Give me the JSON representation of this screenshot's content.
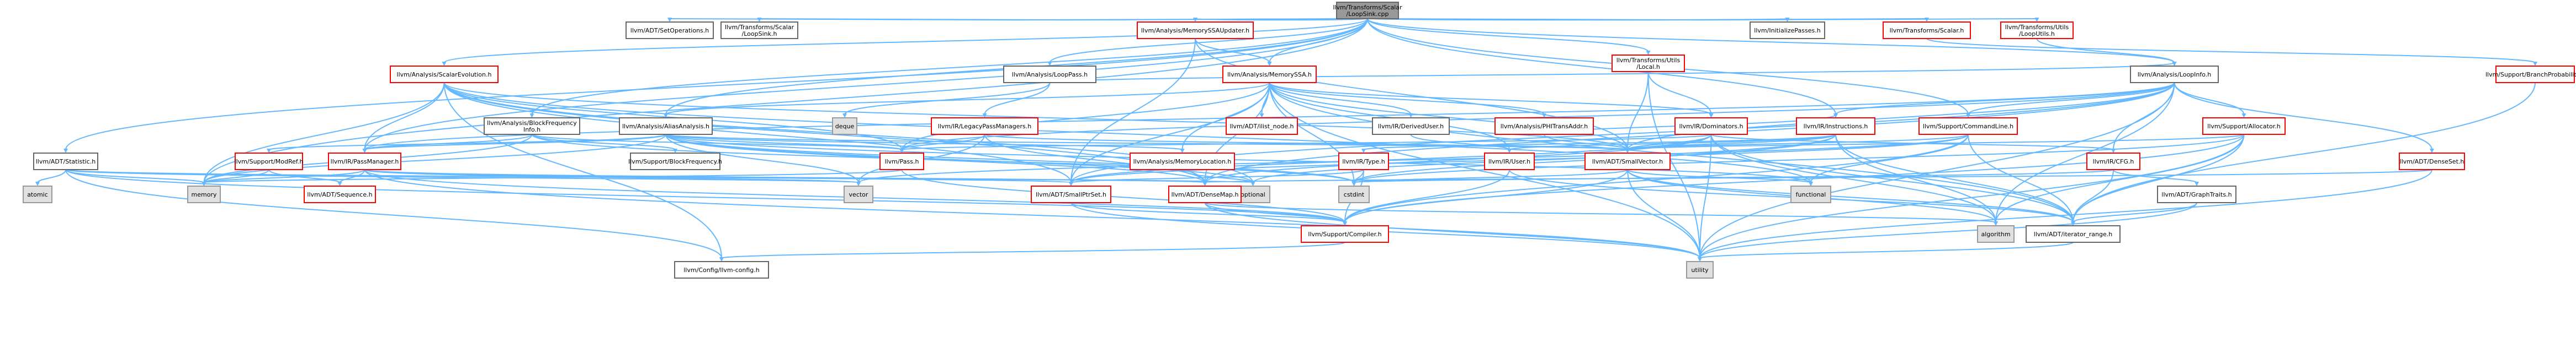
{
  "colors": {
    "root_fill": "#999999",
    "root_border": "#666666",
    "normal_fill": "#ffffff",
    "normal_border": "#666666",
    "red_border": "#ff0000",
    "system_fill": "#e0e0e0",
    "system_border": "#999999",
    "edge": "#63b8ff",
    "text": "#000000",
    "red_text": "#cc0000"
  },
  "nodes": [
    {
      "id": "root",
      "lines": [
        "llvm/Transforms/Scalar",
        "/LoopSink.cpp"
      ],
      "kind": "root"
    },
    {
      "id": "setops",
      "lines": [
        "llvm/ADT/SetOperations.h"
      ],
      "kind": "normal"
    },
    {
      "id": "ts_loopsink",
      "lines": [
        "llvm/Transforms/Scalar",
        "/LoopSink.h"
      ],
      "kind": "normal"
    },
    {
      "id": "mssa_updater",
      "lines": [
        "llvm/Analysis/MemorySSAUpdater.h"
      ],
      "kind": "red"
    },
    {
      "id": "initpasses",
      "lines": [
        "llvm/InitializePasses.h"
      ],
      "kind": "normal"
    },
    {
      "id": "ts_scalar",
      "lines": [
        "llvm/Transforms/Scalar.h"
      ],
      "kind": "red"
    },
    {
      "id": "tu_looputils",
      "lines": [
        "llvm/Transforms/Utils",
        "/LoopUtils.h"
      ],
      "kind": "red"
    },
    {
      "id": "scalar_evo",
      "lines": [
        "llvm/Analysis/ScalarEvolution.h"
      ],
      "kind": "red"
    },
    {
      "id": "loop_passes",
      "lines": [
        "llvm/Analysis/LoopPass.h"
      ],
      "kind": "normal"
    },
    {
      "id": "memssa",
      "lines": [
        "llvm/Analysis/MemorySSA.h"
      ],
      "kind": "red"
    },
    {
      "id": "tu_local",
      "lines": [
        "llvm/Transforms/Utils",
        "/Local.h"
      ],
      "kind": "red"
    },
    {
      "id": "loopinfo",
      "lines": [
        "llvm/Analysis/LoopInfo.h"
      ],
      "kind": "normal"
    },
    {
      "id": "branchprob",
      "lines": [
        "llvm/Support/BranchProbability.h"
      ],
      "kind": "red"
    },
    {
      "id": "bfi",
      "lines": [
        "llvm/Analysis/BlockFrequency",
        "Info.h"
      ],
      "kind": "normal"
    },
    {
      "id": "aliasanalysis",
      "lines": [
        "llvm/Analysis/AliasAnalysis.h"
      ],
      "kind": "normal"
    },
    {
      "id": "deque",
      "lines": [
        "deque"
      ],
      "kind": "system"
    },
    {
      "id": "legacypm",
      "lines": [
        "llvm/IR/LegacyPassManagers.h"
      ],
      "kind": "red"
    },
    {
      "id": "ilist_node",
      "lines": [
        "llvm/ADT/ilist_node.h"
      ],
      "kind": "red"
    },
    {
      "id": "deriveduser",
      "lines": [
        "llvm/IR/DerivedUser.h"
      ],
      "kind": "normal"
    },
    {
      "id": "phitrans",
      "lines": [
        "llvm/Analysis/PHITransAddr.h"
      ],
      "kind": "red"
    },
    {
      "id": "dominators",
      "lines": [
        "llvm/IR/Dominators.h"
      ],
      "kind": "red"
    },
    {
      "id": "instructions",
      "lines": [
        "llvm/IR/Instructions.h"
      ],
      "kind": "red"
    },
    {
      "id": "commandline",
      "lines": [
        "llvm/Support/CommandLine.h"
      ],
      "kind": "red"
    },
    {
      "id": "allocator",
      "lines": [
        "llvm/Support/Allocator.h"
      ],
      "kind": "red"
    },
    {
      "id": "statistic",
      "lines": [
        "llvm/ADT/Statistic.h"
      ],
      "kind": "normal"
    },
    {
      "id": "modref",
      "lines": [
        "llvm/Support/ModRef.h"
      ],
      "kind": "red"
    },
    {
      "id": "passmanager",
      "lines": [
        "llvm/IR/PassManager.h"
      ],
      "kind": "red"
    },
    {
      "id": "blockfreq",
      "lines": [
        "llvm/Support/BlockFrequency.h"
      ],
      "kind": "normal"
    },
    {
      "id": "pass",
      "lines": [
        "llvm/Pass.h"
      ],
      "kind": "red"
    },
    {
      "id": "memlocation",
      "lines": [
        "llvm/Analysis/MemoryLocation.h"
      ],
      "kind": "red"
    },
    {
      "id": "irtype",
      "lines": [
        "llvm/IR/Type.h"
      ],
      "kind": "red"
    },
    {
      "id": "iruser",
      "lines": [
        "llvm/IR/User.h"
      ],
      "kind": "red"
    },
    {
      "id": "smallvector",
      "lines": [
        "llvm/ADT/SmallVector.h"
      ],
      "kind": "red"
    },
    {
      "id": "ircfg",
      "lines": [
        "llvm/IR/CFG.h"
      ],
      "kind": "red"
    },
    {
      "id": "densetset",
      "lines": [
        "llvm/ADT/DenseSet.h"
      ],
      "kind": "red"
    },
    {
      "id": "atomic",
      "lines": [
        "atomic"
      ],
      "kind": "system"
    },
    {
      "id": "memory",
      "lines": [
        "memory"
      ],
      "kind": "system"
    },
    {
      "id": "sequence",
      "lines": [
        "llvm/ADT/Sequence.h"
      ],
      "kind": "red"
    },
    {
      "id": "vector",
      "lines": [
        "vector"
      ],
      "kind": "system"
    },
    {
      "id": "smallptrset",
      "lines": [
        "llvm/ADT/SmallPtrSet.h"
      ],
      "kind": "red"
    },
    {
      "id": "optional",
      "lines": [
        "optional"
      ],
      "kind": "system"
    },
    {
      "id": "cstdint",
      "lines": [
        "cstdint"
      ],
      "kind": "system"
    },
    {
      "id": "densemap",
      "lines": [
        "llvm/ADT/DenseMap.h"
      ],
      "kind": "red"
    },
    {
      "id": "functional",
      "lines": [
        "functional"
      ],
      "kind": "system"
    },
    {
      "id": "graphtraits",
      "lines": [
        "llvm/ADT/GraphTraits.h"
      ],
      "kind": "normal"
    },
    {
      "id": "algorithm",
      "lines": [
        "algorithm"
      ],
      "kind": "system"
    },
    {
      "id": "iterator_range",
      "lines": [
        "llvm/ADT/iterator_range.h"
      ],
      "kind": "normal"
    },
    {
      "id": "compiler",
      "lines": [
        "llvm/Support/Compiler.h"
      ],
      "kind": "red"
    },
    {
      "id": "llvm_config",
      "lines": [
        "llvm/Config/llvm-config.h"
      ],
      "kind": "normal"
    },
    {
      "id": "utility",
      "lines": [
        "utility"
      ],
      "kind": "system"
    }
  ],
  "edges": [
    [
      "root",
      "setops"
    ],
    [
      "root",
      "ts_loopsink"
    ],
    [
      "root",
      "mssa_updater"
    ],
    [
      "root",
      "initpasses"
    ],
    [
      "root",
      "ts_scalar"
    ],
    [
      "root",
      "tu_looputils"
    ],
    [
      "root",
      "scalar_evo"
    ],
    [
      "root",
      "loop_passes"
    ],
    [
      "root",
      "memssa"
    ],
    [
      "root",
      "tu_local"
    ],
    [
      "root",
      "loopinfo"
    ],
    [
      "root",
      "bfi"
    ],
    [
      "root",
      "aliasanalysis"
    ],
    [
      "root",
      "statistic"
    ],
    [
      "root",
      "instructions"
    ],
    [
      "root",
      "commandline"
    ],
    [
      "root",
      "memory"
    ],
    [
      "root",
      "passmanager"
    ],
    [
      "ts_scalar",
      "branchprob"
    ],
    [
      "tu_looputils",
      "loopinfo"
    ],
    [
      "mssa_updater",
      "memssa"
    ],
    [
      "mssa_updater",
      "smallptrset"
    ],
    [
      "mssa_updater",
      "smallvector"
    ],
    [
      "scalar_evo",
      "passmanager"
    ],
    [
      "scalar_evo",
      "pass"
    ],
    [
      "scalar_evo",
      "smallvector"
    ],
    [
      "scalar_evo",
      "densemap"
    ],
    [
      "scalar_evo",
      "smallptrset"
    ],
    [
      "scalar_evo",
      "memory"
    ],
    [
      "scalar_evo",
      "optional"
    ],
    [
      "scalar_evo",
      "llvm_config"
    ],
    [
      "scalar_evo",
      "functional"
    ],
    [
      "loop_passes",
      "deque"
    ],
    [
      "loop_passes",
      "legacypm"
    ],
    [
      "loop_passes",
      "loopinfo"
    ],
    [
      "memssa",
      "ilist_node"
    ],
    [
      "memssa",
      "deriveduser"
    ],
    [
      "memssa",
      "phitrans"
    ],
    [
      "memssa",
      "dominators"
    ],
    [
      "memssa",
      "pass"
    ],
    [
      "memssa",
      "memlocation"
    ],
    [
      "memssa",
      "iruser"
    ],
    [
      "memssa",
      "smallvector"
    ],
    [
      "memssa",
      "densemap"
    ],
    [
      "memssa",
      "smallptrset"
    ],
    [
      "memssa",
      "aliasanalysis"
    ],
    [
      "memssa",
      "utility"
    ],
    [
      "memssa",
      "iterator_range"
    ],
    [
      "memssa",
      "cstdint"
    ],
    [
      "tu_local",
      "dominators"
    ],
    [
      "tu_local",
      "smallvector"
    ],
    [
      "tu_local",
      "utility"
    ],
    [
      "loopinfo",
      "passmanager"
    ],
    [
      "loopinfo",
      "pass"
    ],
    [
      "loopinfo",
      "allocator"
    ],
    [
      "loopinfo",
      "densetset"
    ],
    [
      "loopinfo",
      "ircfg"
    ],
    [
      "loopinfo",
      "instructions"
    ],
    [
      "loopinfo",
      "smallvector"
    ],
    [
      "loopinfo",
      "densemap"
    ],
    [
      "loopinfo",
      "smallptrset"
    ],
    [
      "loopinfo",
      "commandline"
    ],
    [
      "loopinfo",
      "utility"
    ],
    [
      "loopinfo",
      "algorithm"
    ],
    [
      "branchprob",
      "iterator_range"
    ],
    [
      "bfi",
      "passmanager"
    ],
    [
      "bfi",
      "blockfreq"
    ],
    [
      "bfi",
      "pass"
    ],
    [
      "bfi",
      "cstdint"
    ],
    [
      "bfi",
      "memory"
    ],
    [
      "aliasanalysis",
      "modref"
    ],
    [
      "aliasanalysis",
      "passmanager"
    ],
    [
      "aliasanalysis",
      "pass"
    ],
    [
      "aliasanalysis",
      "memlocation"
    ],
    [
      "aliasanalysis",
      "smallvector"
    ],
    [
      "aliasanalysis",
      "densemap"
    ],
    [
      "aliasanalysis",
      "optional"
    ],
    [
      "aliasanalysis",
      "vector"
    ],
    [
      "aliasanalysis",
      "memory"
    ],
    [
      "aliasanalysis",
      "cstdint"
    ],
    [
      "aliasanalysis",
      "functional"
    ],
    [
      "legacypm",
      "pass"
    ],
    [
      "legacypm",
      "densemap"
    ],
    [
      "legacypm",
      "smallvector"
    ],
    [
      "legacypm",
      "vector"
    ],
    [
      "deriveduser",
      "iruser"
    ],
    [
      "phitrans",
      "smallvector"
    ],
    [
      "phitrans",
      "instructions"
    ],
    [
      "dominators",
      "smallptrset"
    ],
    [
      "dominators",
      "smallvector"
    ],
    [
      "dominators",
      "ircfg"
    ],
    [
      "dominators",
      "pass"
    ],
    [
      "dominators",
      "densemap"
    ],
    [
      "dominators",
      "utility"
    ],
    [
      "dominators",
      "algorithm"
    ],
    [
      "dominators",
      "iterator_range"
    ],
    [
      "instructions",
      "irtype"
    ],
    [
      "instructions",
      "iruser"
    ],
    [
      "instructions",
      "smallvector"
    ],
    [
      "instructions",
      "iterator_range"
    ],
    [
      "instructions",
      "cstdint"
    ],
    [
      "instructions",
      "optional"
    ],
    [
      "instructions",
      "algorithm"
    ],
    [
      "commandline",
      "smallptrset"
    ],
    [
      "commandline",
      "smallvector"
    ],
    [
      "commandline",
      "functional"
    ],
    [
      "commandline",
      "compiler"
    ],
    [
      "commandline",
      "vector"
    ],
    [
      "commandline",
      "iterator_range"
    ],
    [
      "allocator",
      "compiler"
    ],
    [
      "allocator",
      "smallvector"
    ],
    [
      "allocator",
      "algorithm"
    ],
    [
      "allocator",
      "utility"
    ],
    [
      "allocator",
      "cstdint"
    ],
    [
      "allocator",
      "iterator_range"
    ],
    [
      "statistic",
      "compiler"
    ],
    [
      "statistic",
      "atomic"
    ],
    [
      "statistic",
      "memory"
    ],
    [
      "statistic",
      "optional"
    ],
    [
      "statistic",
      "llvm_config"
    ],
    [
      "statistic",
      "vector"
    ],
    [
      "modref",
      "sequence"
    ],
    [
      "modref",
      "memory"
    ],
    [
      "passmanager",
      "densemap"
    ],
    [
      "passmanager",
      "smallptrset"
    ],
    [
      "passmanager",
      "compiler"
    ],
    [
      "passmanager",
      "vector"
    ],
    [
      "passmanager",
      "memory"
    ],
    [
      "passmanager",
      "utility"
    ],
    [
      "passmanager",
      "sequence"
    ],
    [
      "pass",
      "compiler"
    ],
    [
      "pass",
      "memory"
    ],
    [
      "memlocation",
      "optional"
    ],
    [
      "irtype",
      "smallptrset"
    ],
    [
      "irtype",
      "compiler"
    ],
    [
      "irtype",
      "cstdint"
    ],
    [
      "iruser",
      "compiler"
    ],
    [
      "iruser",
      "iterator_range"
    ],
    [
      "smallvector",
      "compiler"
    ],
    [
      "smallvector",
      "algorithm"
    ],
    [
      "smallvector",
      "utility"
    ],
    [
      "smallvector",
      "functional"
    ],
    [
      "smallvector",
      "cstdint"
    ],
    [
      "smallvector",
      "iterator_range"
    ],
    [
      "ircfg",
      "graphtraits"
    ],
    [
      "ircfg",
      "iterator_range"
    ],
    [
      "ircfg",
      "cstdint"
    ],
    [
      "densetset",
      "densemap"
    ],
    [
      "densetset",
      "utility"
    ],
    [
      "smallptrset",
      "compiler"
    ],
    [
      "smallptrset",
      "utility"
    ],
    [
      "densemap",
      "compiler"
    ],
    [
      "densemap",
      "algorithm"
    ],
    [
      "densemap",
      "utility"
    ],
    [
      "graphtraits",
      "iterator_range"
    ],
    [
      "graphtraits",
      "utility"
    ],
    [
      "iterator_range",
      "utility"
    ],
    [
      "compiler",
      "llvm_config"
    ]
  ]
}
